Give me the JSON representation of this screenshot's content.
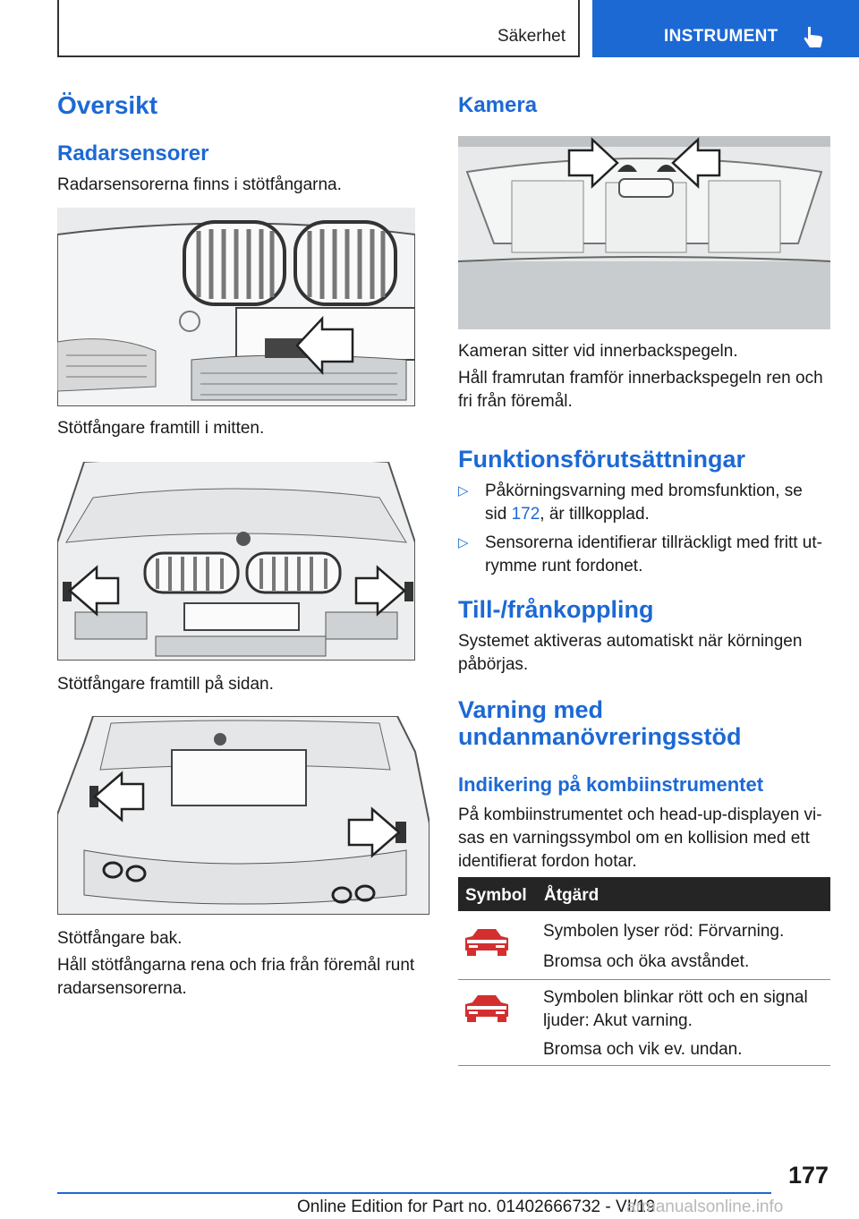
{
  "header": {
    "section_label": "Säkerhet",
    "chapter_label": "INSTRUMENT"
  },
  "left": {
    "title": "Översikt",
    "radar_heading": "Radarsensorer",
    "radar_intro": "Radarsensorerna finns i stötfångarna.",
    "caption_front_center": "Stötfångare framtill i mitten.",
    "caption_front_side": "Stötfångare framtill på sidan.",
    "caption_rear": "Stötfångare bak.",
    "keep_clean_line1": "Håll stötfångarna rena och fria från föremål runt",
    "keep_clean_line2": "radarsensorerna."
  },
  "right": {
    "camera_heading": "Kamera",
    "camera_text": "Kameran sitter vid innerbackspegeln.",
    "camera_clean_line1": "Håll framrutan framför innerbackspegeln ren och",
    "camera_clean_line2": "fri från föremål.",
    "conditions_heading": "Funktionsförutsättningar",
    "conditions": [
      {
        "line1": "Påkörningsvarning med bromsfunktion, se",
        "line2_pre": "sid ",
        "link": "172",
        "line2_post": ", är tillkopplad."
      },
      {
        "line1": "Sensorerna identifierar tillräckligt med fritt ut-",
        "line2": "rymme runt fordonet."
      }
    ],
    "onoff_heading": "Till-/frånkoppling",
    "onoff_line1": "Systemet aktiveras automatiskt när körningen",
    "onoff_line2": "påbörjas.",
    "warning_heading_line1": "Varning med",
    "warning_heading_line2": "undanmanövreringsstöd",
    "indication_heading": "Indikering på kombiinstrumentet",
    "indication_line1": "På kombiinstrumentet och head-up-displayen vi-",
    "indication_line2": "sas en varningssymbol om en kollision med ett",
    "indication_line3": "identifierat fordon hotar.",
    "table": {
      "col_symbol": "Symbol",
      "col_action": "Åtgärd",
      "rows": [
        {
          "icon": "car-warning-icon",
          "text1": "Symbolen lyser röd: Förvarning.",
          "text2": "Bromsa och öka avståndet."
        },
        {
          "icon": "car-warning-icon",
          "text1": "Symbolen blinkar rött och en signal",
          "text1b": "ljuder: Akut varning.",
          "text2": "Bromsa och vik ev. undan."
        }
      ],
      "icon_color": "#d32f2f"
    }
  },
  "footer": {
    "page_number": "177",
    "edition": "Online Edition for Part no. 01402666732 - VI/19",
    "watermark": "armanualsonline.info"
  },
  "colors": {
    "accent": "#1c69d4",
    "table_header": "#252525"
  }
}
